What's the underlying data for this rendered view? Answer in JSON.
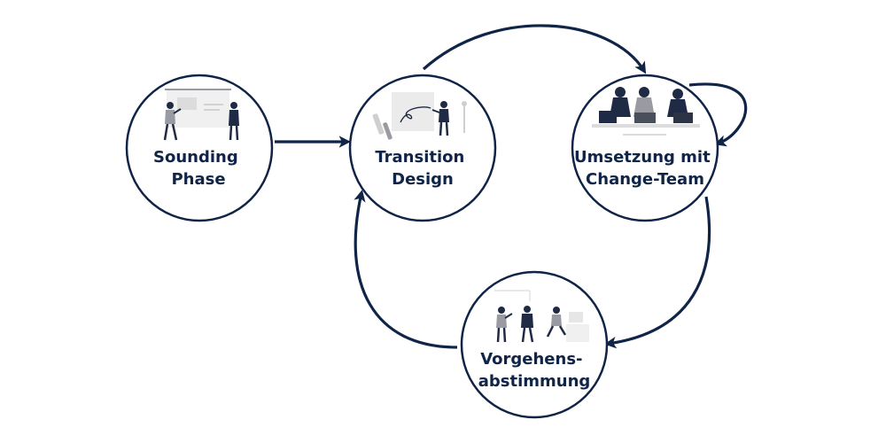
{
  "colors": {
    "primary": "#0f2446",
    "figure_dark": "#1f2a44",
    "figure_gray": "#9a9aa2",
    "figure_light": "#e6e6e6",
    "background": "#ffffff"
  },
  "nodes": [
    {
      "id": "sounding",
      "lines": [
        "Sounding",
        "Phase"
      ],
      "illustration": "presentation-illustration"
    },
    {
      "id": "transition",
      "lines": [
        "Transition",
        "Design"
      ],
      "illustration": "drawing-illustration"
    },
    {
      "id": "umsetzung",
      "lines": [
        "Umsetzung mit",
        "Change-Team"
      ],
      "illustration": "team-meeting-illustration"
    },
    {
      "id": "vorgehen",
      "lines": [
        "Vorgehens-",
        "abstimmung"
      ],
      "illustration": "discussion-illustration"
    }
  ],
  "edges": [
    {
      "from": "sounding",
      "to": "transition"
    },
    {
      "from": "transition",
      "to": "umsetzung"
    },
    {
      "from": "umsetzung",
      "to": "umsetzung"
    },
    {
      "from": "umsetzung",
      "to": "vorgehen"
    },
    {
      "from": "vorgehen",
      "to": "transition"
    }
  ]
}
